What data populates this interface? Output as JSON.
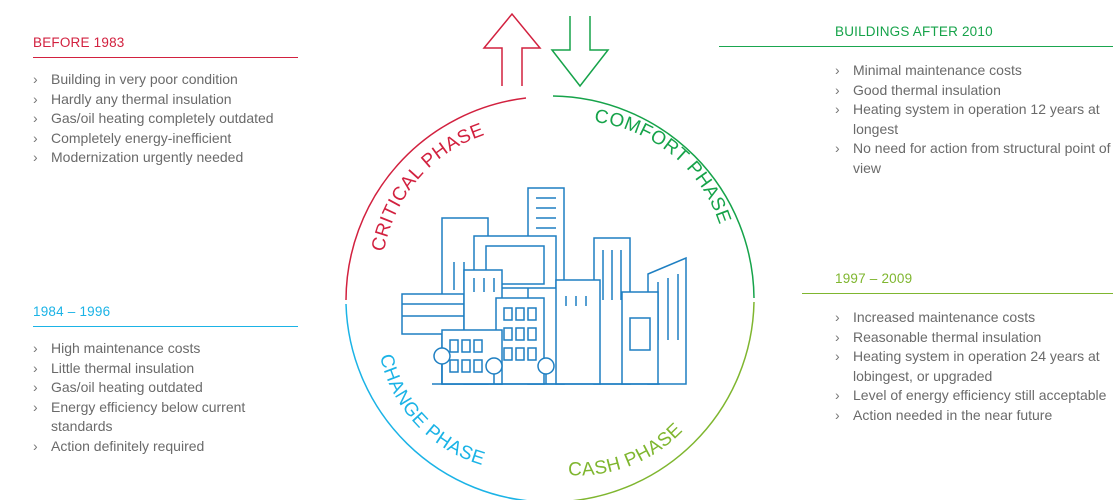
{
  "panels": {
    "before_1983": {
      "title": "BEFORE 1983",
      "items": [
        "Building in very poor condition",
        "Hardly any thermal insulation",
        "Gas/oil heating completely outdated",
        "Completely energy-inefficient",
        "Modernization urgently needed"
      ]
    },
    "p_1984_1996": {
      "title": "1984 – 1996",
      "items": [
        "High maintenance costs",
        "Little thermal insulation",
        "Gas/oil heating outdated",
        "Energy efficiency below current standards",
        "Action definitely required"
      ]
    },
    "after_2010": {
      "title": "BUILDINGS AFTER 2010",
      "items": [
        "Minimal maintenance costs",
        "Good thermal insulation",
        "Heating system in operation 12 years at longest",
        "No need for action from structural point of view"
      ]
    },
    "p_1997_2009": {
      "title": "1997 – 2009",
      "items": [
        "Increased maintenance costs",
        "Reasonable thermal insulation",
        "Heating system in operation 24 years at lobingest, or upgraded",
        "Level of energy efficiency still acceptable",
        "Action needed in the near future"
      ]
    }
  },
  "bullet_marker": "›",
  "phases": {
    "critical": "CRITICAL PHASE",
    "comfort": "COMFORT PHASE",
    "change": "CHANGE PHASE",
    "cash": "CASH PHASE"
  },
  "colors": {
    "critical": "#d2213f",
    "comfort": "#16a34a",
    "change": "#1bb3e6",
    "cash": "#7fb62f",
    "buildings": "#1e7fc2"
  },
  "icons": [
    "arrow-up-icon",
    "arrow-down-icon",
    "city-buildings-icon"
  ]
}
